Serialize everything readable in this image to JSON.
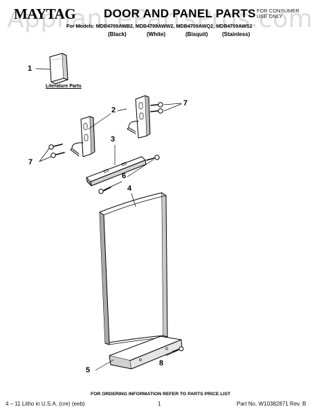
{
  "header": {
    "brand": "MAYTAG",
    "title": "DOOR AND PANEL PARTS",
    "corner_label": [
      "FOR CONSUMER",
      "USE ONLY"
    ],
    "models_line": "For Models: MDB4709AWB2, MDB4709AWW2, MDB4709AWQ2, MDB4709AWS2",
    "finishes": [
      "(Black)",
      "(White)",
      "(Bisquit)",
      "(Stainless)"
    ]
  },
  "watermark": "AppliancePartsPros.com",
  "callouts": {
    "c1": "1",
    "c2": "2",
    "c3": "3",
    "c4": "4",
    "c5": "5",
    "c6": "6",
    "c7a": "7",
    "c7b": "7",
    "c8": "8"
  },
  "literature_label": "Literature Parts",
  "footer": {
    "note": "FOR ORDERING INFORMATION REFER TO PARTS PRICE LIST",
    "litho": "4 – 11 Litho in U.S.A. (cre) (eeb)",
    "page": "1",
    "part_number": "Part No. W10382871 Rev. B"
  }
}
